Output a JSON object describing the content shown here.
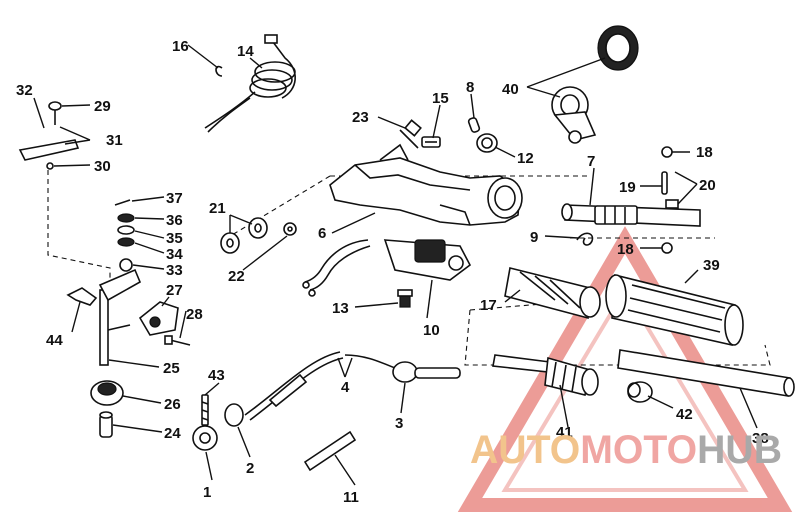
{
  "diagram": {
    "labels": [
      {
        "id": "1",
        "text": "1"
      },
      {
        "id": "2",
        "text": "2"
      },
      {
        "id": "3",
        "text": "3"
      },
      {
        "id": "4",
        "text": "4"
      },
      {
        "id": "6",
        "text": "6"
      },
      {
        "id": "7",
        "text": "7"
      },
      {
        "id": "8",
        "text": "8"
      },
      {
        "id": "9",
        "text": "9"
      },
      {
        "id": "10",
        "text": "10"
      },
      {
        "id": "11",
        "text": "11"
      },
      {
        "id": "12",
        "text": "12"
      },
      {
        "id": "13",
        "text": "13"
      },
      {
        "id": "14",
        "text": "14"
      },
      {
        "id": "15",
        "text": "15"
      },
      {
        "id": "16",
        "text": "16"
      },
      {
        "id": "17",
        "text": "17"
      },
      {
        "id": "18a",
        "text": "18"
      },
      {
        "id": "18b",
        "text": "18"
      },
      {
        "id": "19",
        "text": "19"
      },
      {
        "id": "20",
        "text": "20"
      },
      {
        "id": "21",
        "text": "21"
      },
      {
        "id": "22",
        "text": "22"
      },
      {
        "id": "23",
        "text": "23"
      },
      {
        "id": "24",
        "text": "24"
      },
      {
        "id": "25",
        "text": "25"
      },
      {
        "id": "26",
        "text": "26"
      },
      {
        "id": "27",
        "text": "27"
      },
      {
        "id": "28",
        "text": "28"
      },
      {
        "id": "29",
        "text": "29"
      },
      {
        "id": "30",
        "text": "30"
      },
      {
        "id": "31",
        "text": "31"
      },
      {
        "id": "32",
        "text": "32"
      },
      {
        "id": "33",
        "text": "33"
      },
      {
        "id": "34",
        "text": "34"
      },
      {
        "id": "35",
        "text": "35"
      },
      {
        "id": "36",
        "text": "36"
      },
      {
        "id": "37",
        "text": "37"
      },
      {
        "id": "38",
        "text": "38"
      },
      {
        "id": "39",
        "text": "39"
      },
      {
        "id": "40",
        "text": "40"
      },
      {
        "id": "41",
        "text": "41"
      },
      {
        "id": "42",
        "text": "42"
      },
      {
        "id": "43",
        "text": "43"
      },
      {
        "id": "44",
        "text": "44"
      }
    ]
  },
  "watermark": {
    "part1": "AUTO",
    "part2": "MOTO",
    "part3": "HUB",
    "colors": {
      "auto": "#f2c48c",
      "moto": "#f0a6a3",
      "hub": "#a9a9a9",
      "triangle": "#e98b86"
    }
  }
}
